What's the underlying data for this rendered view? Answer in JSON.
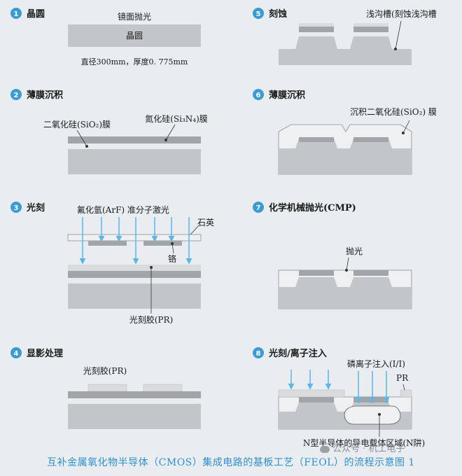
{
  "steps": [
    {
      "num": "1",
      "title": "晶圆",
      "label_top": "镜面抛光",
      "label_center": "晶圆",
      "label_bottom": "直径300mm，厚度0. 775mm"
    },
    {
      "num": "2",
      "title": "薄膜沉积",
      "label_left": "二氧化硅(SiO₂)膜",
      "label_right": "氮化硅(Si₃N₄)膜"
    },
    {
      "num": "3",
      "title": "光刻",
      "label_laser": "氟化氩(ArF) 准分子激光",
      "label_quartz": "石英",
      "label_chrome": "铬",
      "label_pr": "光刻胶(PR)"
    },
    {
      "num": "4",
      "title": "显影处理",
      "label_pr": "光刻胶(PR)"
    },
    {
      "num": "5",
      "title": "刻蚀",
      "label_trench": "浅沟槽(刻蚀浅沟槽"
    },
    {
      "num": "6",
      "title": "薄膜沉积",
      "label_sio2": "沉积二氧化硅(SiO₂) 膜"
    },
    {
      "num": "7",
      "title": "化学机械抛光(CMP)",
      "label_polish": "抛光"
    },
    {
      "num": "8",
      "title": "光刻/离子注入",
      "label_ion": "磷离子注入(I/I)",
      "label_pr": "PR",
      "label_nwell": "N型半导体的导电载体区域(N阱)"
    }
  ],
  "watermark": "公众号 · 机工电子",
  "caption": "互补金属氧化物半导体（CMOS）集成电路的基板工艺（FEOL）的流程示意图 1",
  "colors": {
    "accent": "#3b9bd3",
    "substrate": "#c3c6c8",
    "film_dark": "#a1a5a8",
    "film_light": "#e9ebec",
    "arrow": "#5bb7e8",
    "caption": "#2f8fd0"
  }
}
